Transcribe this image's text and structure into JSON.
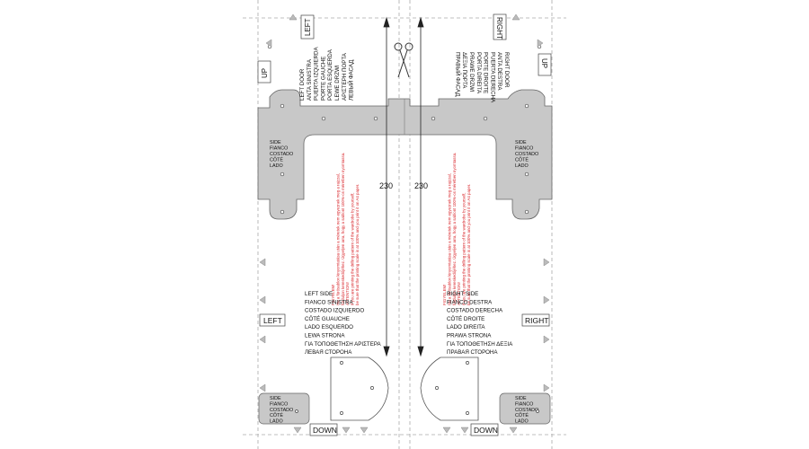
{
  "labels": {
    "up": "UP",
    "left": "LEFT",
    "right": "RIGHT",
    "down": "DOWN",
    "dimension": "230"
  },
  "left_door_lines": [
    "LEFT DOOR",
    "ANTA SINISTRA",
    "PUERTA IZQUIERDA",
    "PORTE GAUCHE",
    "PORTA ESQUERDA",
    "LEWE DRZWI",
    "ΑΡΙΣΤΕΡΗ ΠΟΡΤΑ",
    "ЛЕВЫЙ ФАСАД"
  ],
  "right_door_lines": [
    "RIGHT DOOR",
    "ANTA DESTRA",
    "PUERTA DERECHA",
    "PORTE DROITE",
    "PORTA DIREITA",
    "PRAWE DRZWI",
    "ΔΕΞΙΑ ΠΟΡΤΑ",
    "ПРАВЫЙ ФАСАД"
  ],
  "side_lines": [
    "SIDE",
    "FIANCO",
    "COSTADO",
    "CÔTÉ",
    "LADO"
  ],
  "left_side_lines": [
    "LEFT SIDE",
    "FIANCO SINISTRA",
    "COSTADO IZQUIERDO",
    "CÔTÉ GUAUCHE",
    "LADO ESQUERDO",
    "LEWA STRONA",
    "ΓΙΑ ΤΟΠΟΘΕΤΗΣΗ ΑΡΙΣΤΕΡΑ",
    "ЛЕВАЯ СТОРОНА"
  ],
  "right_side_lines": [
    "RIGHT SIDE",
    "FIANCO DESTRA",
    "COSTADO DERECHA",
    "CÔTÉ DROITE",
    "LADO DIREITA",
    "PRAWA STRONA",
    "ΓΙΑ ΤΟΠΟΘΕΤΗΣΗ ΔΕΞΙΑ",
    "ПРАВАЯ СТОРОНА"
  ],
  "warning_lines": [
    "FIGYELEM!",
    "Ha a fúrósablon kinyomtatása után a méretek nem egyeznek meg a rajzzal,",
    "forduljon kereskedőjéhez. Ügyeljen arra, hogy a sablont 100%-os méretben nyomtassa.",
    "ATTENTION!",
    "If you are printing the drilling pattern of the wardrobe by yourself,",
    "be sure that the printing scale is at 100% and you print it on A4 paper."
  ],
  "colors": {
    "template_fill": "#c8c8c8",
    "line": "#555555",
    "warning_text": "#d9262b"
  }
}
